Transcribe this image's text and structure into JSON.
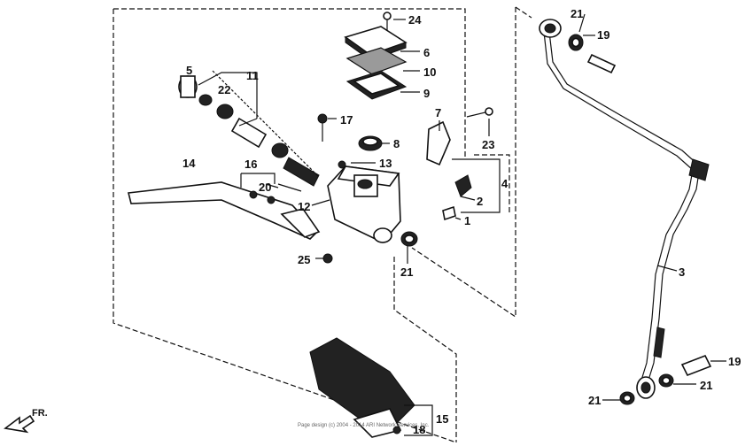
{
  "diagram": {
    "callouts": {
      "c1": "1",
      "c2": "2",
      "c3": "3",
      "c4": "4",
      "c5": "5",
      "c6": "6",
      "c7": "7",
      "c8": "8",
      "c9": "9",
      "c10": "10",
      "c11": "11",
      "c12": "12",
      "c13": "13",
      "c14": "14",
      "c15": "15",
      "c16": "16",
      "c17": "17",
      "c18": "18",
      "c19a": "19",
      "c19b": "19",
      "c20": "20",
      "c21a": "21",
      "c21b": "21",
      "c21c": "21",
      "c21d": "21",
      "c22": "22",
      "c23": "23",
      "c24": "24",
      "c25": "25"
    },
    "direction_label": "FR.",
    "copyright_text": "Page design (c) 2004 - 2014 ARI Network Services, Inc."
  }
}
